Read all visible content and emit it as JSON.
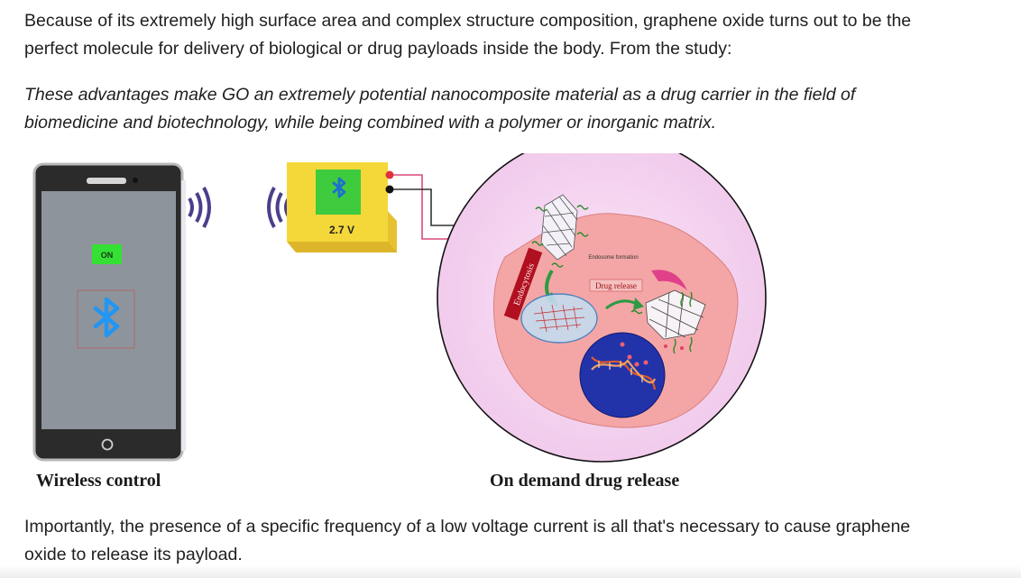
{
  "intro": {
    "line1": "Because of its extremely high surface area and complex structure composition, graphene oxide turns out to be the",
    "line2": "perfect molecule for delivery of biological or drug payloads inside the body. From the study:"
  },
  "quote": {
    "line1": "These advantages make GO an extremely potential nanocomposite material as a drug carrier in the field of",
    "line2": "biomedicine and biotechnology, while being combined with a polymer or inorganic matrix."
  },
  "figure": {
    "phone_button": "ON",
    "device_voltage": "2.7 V",
    "endocytosis_label": "Endocytosis",
    "endosome_label": "Endosome formation",
    "drug_release_label": "Drug release",
    "caption_left": "Wireless control",
    "caption_right": "On demand drug release",
    "colors": {
      "cell_circle": "#f4d3f0",
      "cell_body": "#f4a6a6",
      "nucleus": "#2233aa",
      "device": "#f2d33a",
      "device_screen": "#3ecb3e",
      "bluetooth": "#2196f3"
    }
  },
  "conclusion": {
    "line1": "Importantly, the presence of a specific frequency of a low voltage current is all that's necessary to cause graphene",
    "line2": "oxide to release its payload."
  }
}
